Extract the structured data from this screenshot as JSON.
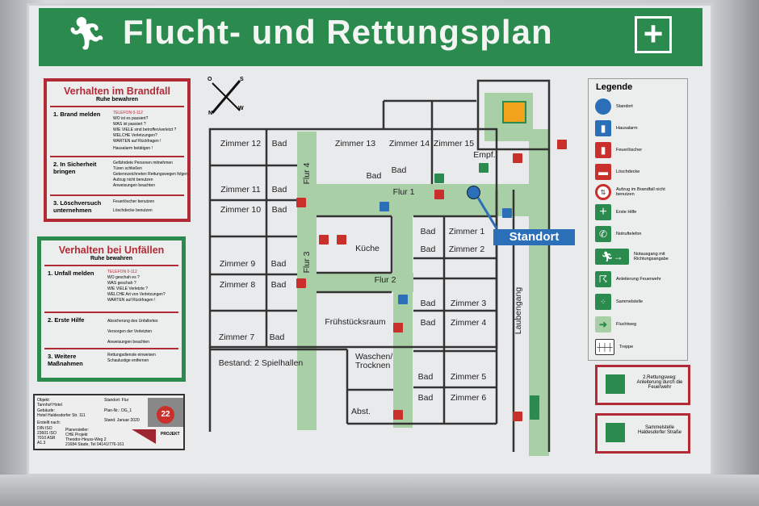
{
  "header": {
    "title": "Flucht- und Rettungsplan",
    "icons": [
      "running-person-icon",
      "first-aid-cross-icon"
    ]
  },
  "compass": {
    "n": "N",
    "s": "S",
    "o": "O",
    "w": "W"
  },
  "fire_panel": {
    "title": "Verhalten im Brandfall",
    "subtitle": "Ruhe bewahren",
    "sections": [
      {
        "heading": "1. Brand melden",
        "lines": [
          "TELEFON 0-112",
          "WO ist es passiert?",
          "WAS ist passiert ?",
          "WIE VIELE sind betroffen/verletzt ?",
          "WELCHE Verletzungen?",
          "WARTEN auf Rückfragen !",
          "Hausalarm betätigen !"
        ]
      },
      {
        "heading": "2. In Sicherheit bringen",
        "lines": [
          "Gefährdete Personen mitnehmen",
          "Türen schließen",
          "Gekennzeichneten Rettungswegen folgen",
          "Aufzug nicht benutzen",
          "Anweisungen beachten"
        ]
      },
      {
        "heading": "3. Löschversuch unternehmen",
        "lines": [
          "Feuerlöscher benutzen",
          "Löschdecke benutzen"
        ]
      }
    ]
  },
  "accident_panel": {
    "title": "Verhalten bei Unfällen",
    "subtitle": "Ruhe bewahren",
    "sections": [
      {
        "heading": "1. Unfall melden",
        "lines": [
          "TELEFON 0-112",
          "WO geschah es ?",
          "WAS geschah ?",
          "WIE VIELE Verletzte ?",
          "WELCHE Art von Verletzungen?",
          "WARTEN auf Rückfragen !"
        ]
      },
      {
        "heading": "2. Erste Hilfe",
        "lines": [
          "Absicherung des Unfallortes",
          "Versorgen der Verletzten",
          "Anweisungen beachten"
        ]
      },
      {
        "heading": "3. Weitere Maßnahmen",
        "lines": [
          "Rettungsdienste einweisen",
          "Schaulustige entfernen"
        ]
      }
    ]
  },
  "info": {
    "objekt_label": "Objekt:",
    "objekt": "Tannhof Hotel",
    "gebaeude_label": "Gebäude:",
    "gebaeude": "Hotel Haldesdorfer Str. 111",
    "erstellt_label": "Erstellt nach:",
    "erstellt": "DIN ISO 23601 ISO 7010 ASR A1.3",
    "standort": "Standort: Flur",
    "plan": "Plan-Nr.: OG_1",
    "stand": "Stand: Januar 2020",
    "planer_label": "Planersteller:",
    "planer": [
      "CHE Projekt",
      "Theodor-Heuss-Weg 2",
      "21684 Stade, Tel 04141/776-161"
    ],
    "badge": "22",
    "logo": "PROJEKT"
  },
  "rooms": [
    "Zimmer 12",
    "Bad",
    "Zimmer 13",
    "Zimmer 14",
    "Zimmer 15",
    "Empf.",
    "Bad",
    "Bad",
    "Zimmer 11",
    "Bad",
    "Zimmer 10",
    "Bad",
    "Flur 4",
    "Flur 1",
    "Küche",
    "Bad",
    "Zimmer 1",
    "Bad",
    "Zimmer 2",
    "Zimmer 9",
    "Bad",
    "Flur 3",
    "Zimmer 8",
    "Bad",
    "Flur 2",
    "Bad",
    "Zimmer 3",
    "Bad",
    "Zimmer 4",
    "Frühstücksraum",
    "Zimmer 7",
    "Bad",
    "Laubengang",
    "Bestand: 2 Spielhallen",
    "Waschen/ Trocknen",
    "Bad",
    "Zimmer 5",
    "Bad",
    "Zimmer 6",
    "Abst."
  ],
  "standort": "Standort",
  "legend": {
    "title": "Legende",
    "items": [
      {
        "label": "Standort",
        "icon": "location-dot-icon"
      },
      {
        "label": "Hausalarm",
        "icon": "fire-alarm-icon"
      },
      {
        "label": "Feuerlöscher",
        "icon": "fire-extinguisher-icon"
      },
      {
        "label": "Löschdecke",
        "icon": "fire-blanket-icon"
      },
      {
        "label": "Aufzug im Brandfall nicht benutzen",
        "icon": "no-elevator-icon"
      },
      {
        "label": "Erste Hilfe",
        "icon": "first-aid-icon"
      },
      {
        "label": "Notruftelefon",
        "icon": "emergency-phone-icon"
      },
      {
        "label": "Notausgang mit Richtungsangabe",
        "icon": "emergency-exit-arrow-icon"
      },
      {
        "label": "Anleiterung Feuerwehr",
        "icon": "fire-ladder-icon"
      },
      {
        "label": "Sammelstelle",
        "icon": "assembly-point-icon"
      },
      {
        "label": "Fluchtweg",
        "icon": "escape-route-arrow-icon"
      },
      {
        "label": "Treppe",
        "icon": "stairs-icon"
      }
    ]
  },
  "boxes": [
    "2.Rettungsweg: Anleiterung durch die Feuerwehr",
    "Sammelstelle Haldesdorfer Straße"
  ],
  "colors": {
    "green": "#2b8a4e",
    "red": "#b22a36",
    "blue": "#2a6fb8",
    "corridor": "#a9cfa6"
  }
}
